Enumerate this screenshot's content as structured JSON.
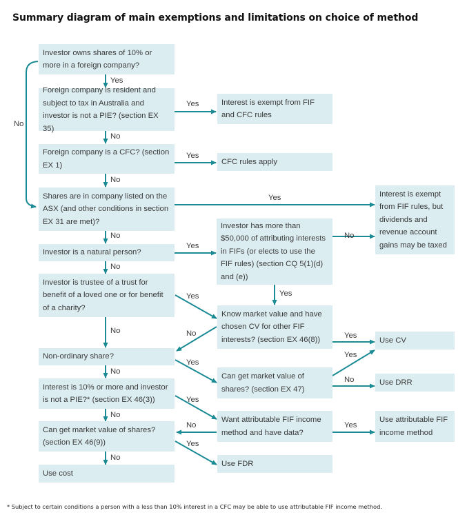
{
  "title": "Summary diagram of main exemptions and limitations on choice of method",
  "colors": {
    "box_fill": "#dcedf1",
    "arrow": "#1a8a94",
    "text": "#3a3a3a"
  },
  "boxes": {
    "q_owns_10pct": "Investor owns shares of 10% or more in a foreign company?",
    "q_resident_aus": "Foreign company is resident and subject to tax in Australia and investor is not a PIE? (section EX 35)",
    "r_exempt_fif_cfc": "Interest is exempt from FIF and CFC rules",
    "q_is_cfc": "Foreign company is a CFC? (section EX 1)",
    "r_cfc_rules": "CFC rules apply",
    "q_asx_listed": "Shares are in company listed on the ASX (and other conditions in section EX 31 are met)?",
    "r_exempt_fif_dividends": "Interest is exempt from FIF rules, but dividends and revenue account gains may be taxed",
    "q_natural_person": "Investor is a natural person?",
    "q_over_50000": "Investor has more than $50,000 of attributing interests in FIFs (or elects to use the FIF rules) (section CQ 5(1)(d) and (e))",
    "q_trustee": "Investor is trustee of a trust for benefit of a loved one or for benefit of a charity?",
    "q_know_market_value": "Know market value and have chosen CV for other FIF interests? (section EX 46(8))",
    "r_use_cv": "Use CV",
    "q_non_ordinary": "Non-ordinary share?",
    "q_get_market_value_ex47": "Can get market value of shares? (section EX 47)",
    "r_use_drr": "Use DRR",
    "q_interest_10pct_pie": "Interest is 10% or more and investor is not a PIE?* (section EX 46(3))",
    "q_want_attributable": "Want attributable FIF income method and have data?",
    "r_use_attributable": "Use attributable FIF income method",
    "q_get_market_value_ex46_9": "Can get market value of shares? (section EX 46(9))",
    "r_use_fdr": "Use FDR",
    "r_use_cost": "Use cost"
  },
  "edge_labels": {
    "yes": "Yes",
    "no": "No"
  },
  "footnote": "* Subject to certain conditions a person with a less than 10% interest in a CFC may be able to use attributable FIF income method."
}
